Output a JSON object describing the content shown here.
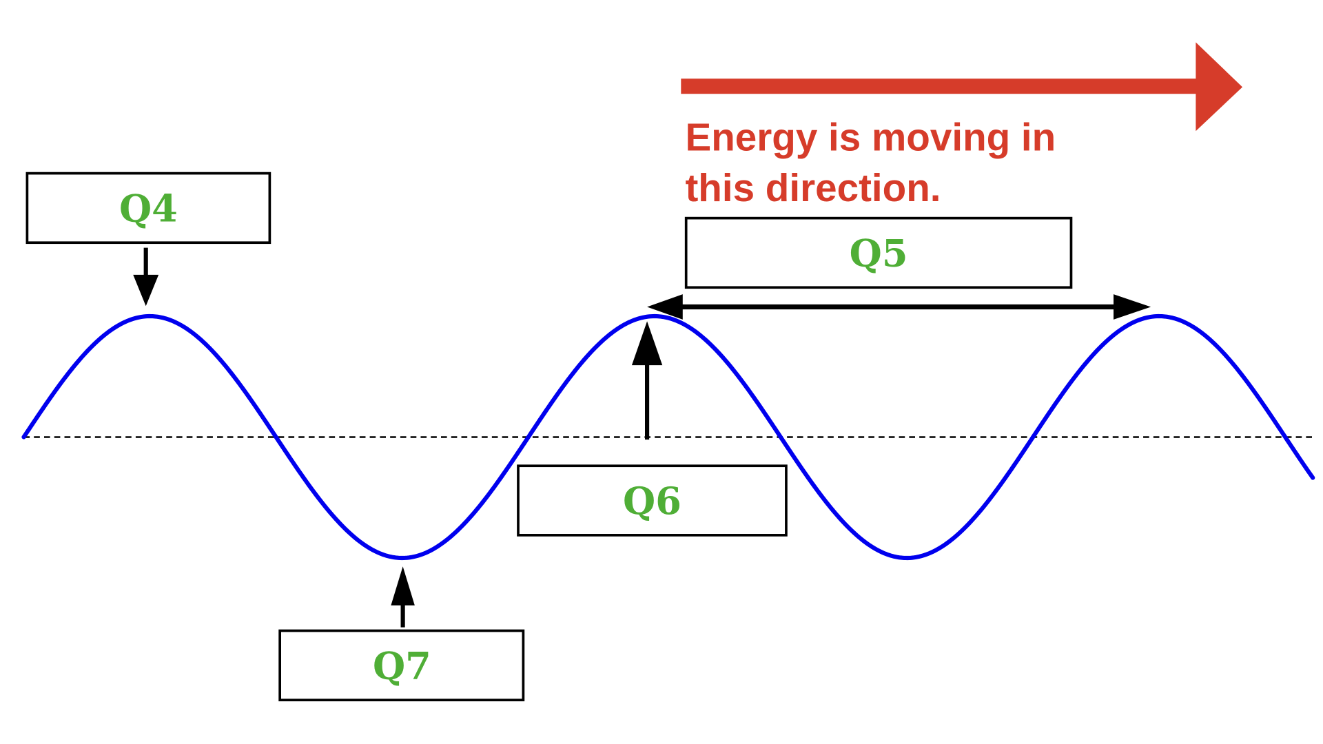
{
  "colors": {
    "energy": "#d63c2a",
    "wave": "#0000ee",
    "label": "#4fae36",
    "line": "#000000"
  },
  "energy": {
    "line1": "Energy is moving in",
    "line2": "this direction.",
    "direction": "right"
  },
  "wave": {
    "cycles_shown": 2.55,
    "starts_phase": "rising at midline"
  },
  "labels": {
    "q4": {
      "text": "Q4",
      "points_to": "crest"
    },
    "q5": {
      "text": "Q5",
      "points_to": "wavelength (crest to crest)"
    },
    "q6": {
      "text": "Q6",
      "points_to": "amplitude (midline to crest)"
    },
    "q7": {
      "text": "Q7",
      "points_to": "trough"
    }
  }
}
